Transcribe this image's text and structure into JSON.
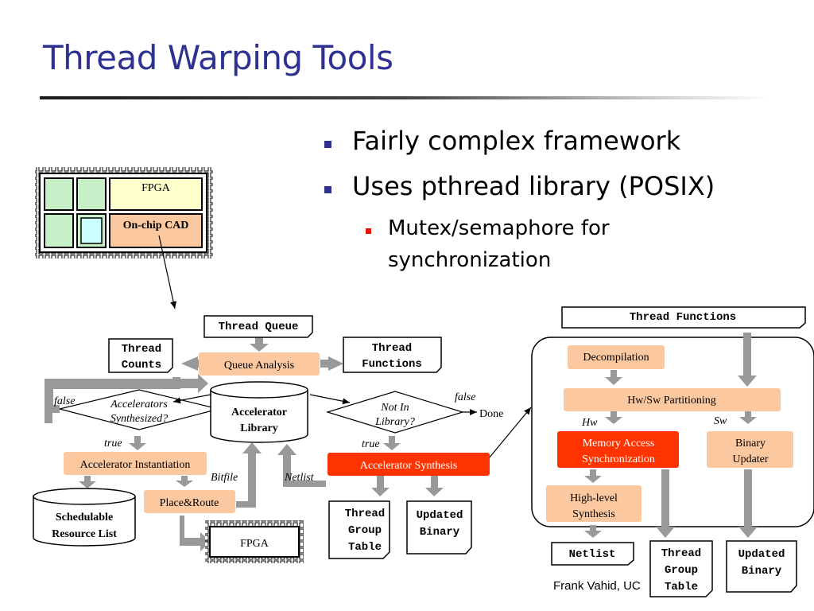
{
  "title": "Thread Warping Tools",
  "bullets": [
    "Fairly complex framework",
    "Uses pthread library (POSIX)"
  ],
  "sub_bullet": [
    "Mutex/semaphore for",
    "synchronization"
  ],
  "chip": {
    "fpga": "FPGA",
    "cad": "On-chip CAD"
  },
  "flow": {
    "thread_queue": "Thread Queue",
    "thread_counts": [
      "Thread",
      "Counts"
    ],
    "queue_analysis": "Queue Analysis",
    "thread_functions": [
      "Thread",
      "Functions"
    ],
    "accel_synth_q": [
      "Accelerators",
      "Synthesized?"
    ],
    "accel_library": [
      "Accelerator",
      "Library"
    ],
    "not_in_library": [
      "Not In",
      "Library?"
    ],
    "false1": "false",
    "false2": "false",
    "true1": "true",
    "true2": "true",
    "done": "Done",
    "accel_instantiation": "Accelerator Instantiation",
    "accel_synthesis": "Accelerator Synthesis",
    "bitfile": "Bitfile",
    "netlist_label": "Netlist",
    "place_route": "Place&Route",
    "schedulable": [
      "Schedulable",
      "Resource List"
    ],
    "fpga": "FPGA",
    "thread_group_table": [
      "Thread",
      "Group",
      "Table"
    ],
    "updated_binary": [
      "Updated",
      "Binary"
    ]
  },
  "synth": {
    "thread_functions": "Thread Functions",
    "decompilation": "Decompilation",
    "hwsw_partitioning": "Hw/Sw Partitioning",
    "hw": "Hw",
    "sw": "Sw",
    "memory_access": [
      "Memory Access",
      "Synchronization"
    ],
    "binary_updater": [
      "Binary",
      "Updater"
    ],
    "high_level": [
      "High-level",
      "Synthesis"
    ],
    "netlist": "Netlist",
    "thread_group_table": [
      "Thread",
      "Group",
      "Table"
    ],
    "updated_binary": [
      "Updated",
      "Binary"
    ]
  },
  "footer": "Frank Vahid, UC",
  "colors": {
    "title": "#2e3192",
    "peach": "#fbc8a0",
    "accent_red": "#ff3300",
    "chip_green": "#c8f0c8",
    "chip_yellow": "#ffffcc",
    "chip_cyan": "#ccffff",
    "arrow_gray": "#999999"
  }
}
